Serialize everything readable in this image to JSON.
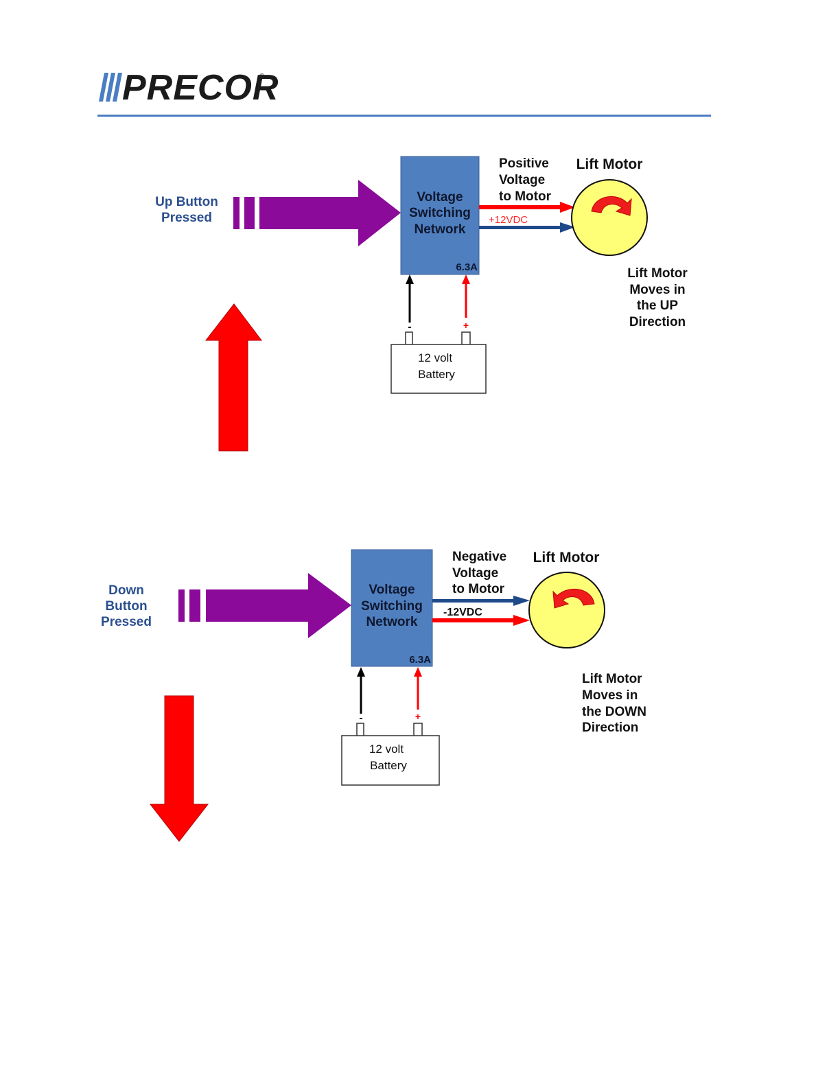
{
  "header": {
    "brand": "PRECOR",
    "registered_mark": "®",
    "accent_color": "#4a7ec2"
  },
  "up_diagram": {
    "button_label_lines": [
      "Up Button",
      "Pressed"
    ],
    "network_label_lines": [
      "Voltage",
      "Switching",
      "Network"
    ],
    "current_label": "6.3A",
    "voltage_label_lines": [
      "Positive",
      "Voltage",
      "to Motor"
    ],
    "voltage_value": "+12VDC",
    "motor_title": "Lift Motor",
    "result_lines": [
      "Lift Motor",
      "Moves in",
      "the UP",
      "Direction"
    ],
    "battery_label_lines": [
      "12 volt",
      "Battery"
    ],
    "terminal_negative": "-",
    "terminal_positive": "+",
    "direction_icon": "arrow-up-icon"
  },
  "down_diagram": {
    "button_label_lines": [
      "Down",
      "Button",
      "Pressed"
    ],
    "network_label_lines": [
      "Voltage",
      "Switching",
      "Network"
    ],
    "current_label": "6.3A",
    "voltage_label_lines": [
      "Negative",
      "Voltage",
      "to Motor"
    ],
    "voltage_value": "-12VDC",
    "motor_title": "Lift Motor",
    "result_lines": [
      "Lift Motor",
      "Moves in",
      "the DOWN",
      "Direction"
    ],
    "battery_label_lines": [
      "12 volt",
      "Battery"
    ],
    "terminal_negative": "-",
    "terminal_positive": "+",
    "direction_icon": "arrow-down-icon"
  },
  "colors": {
    "purple_arrow": "#8b0a9a",
    "network_box": "#4f7fbf",
    "red": "#ff0000",
    "blue_line": "#1f4a8a",
    "motor_fill": "#ffff77",
    "label_blue": "#2b4f8f"
  }
}
